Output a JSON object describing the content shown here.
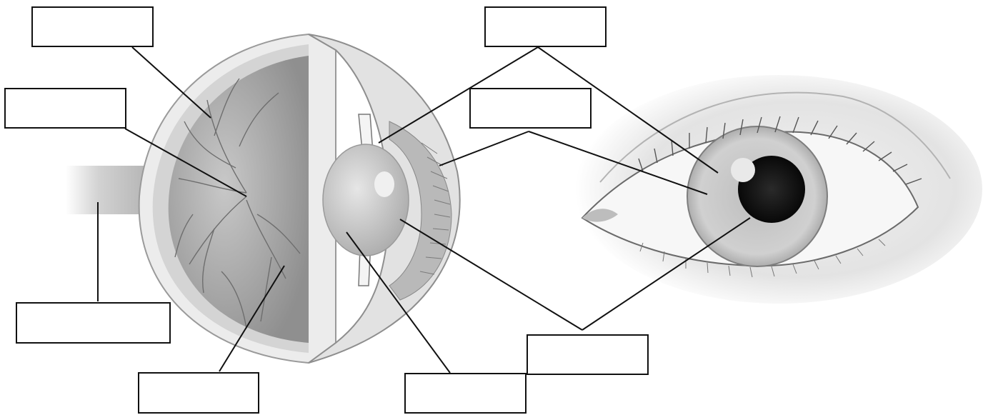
{
  "diagram": {
    "labels": [
      {
        "id": "box-top-left",
        "text": ""
      },
      {
        "id": "box-mid-left",
        "text": ""
      },
      {
        "id": "box-bottom-left",
        "text": ""
      },
      {
        "id": "box-bottom-center-left",
        "text": ""
      },
      {
        "id": "box-bottom-center",
        "text": ""
      },
      {
        "id": "box-bottom-right",
        "text": ""
      },
      {
        "id": "box-top-right",
        "text": ""
      },
      {
        "id": "box-mid-right",
        "text": ""
      }
    ],
    "colors": {
      "line": "#111111",
      "box_border": "#111111",
      "background": "#ffffff"
    }
  }
}
